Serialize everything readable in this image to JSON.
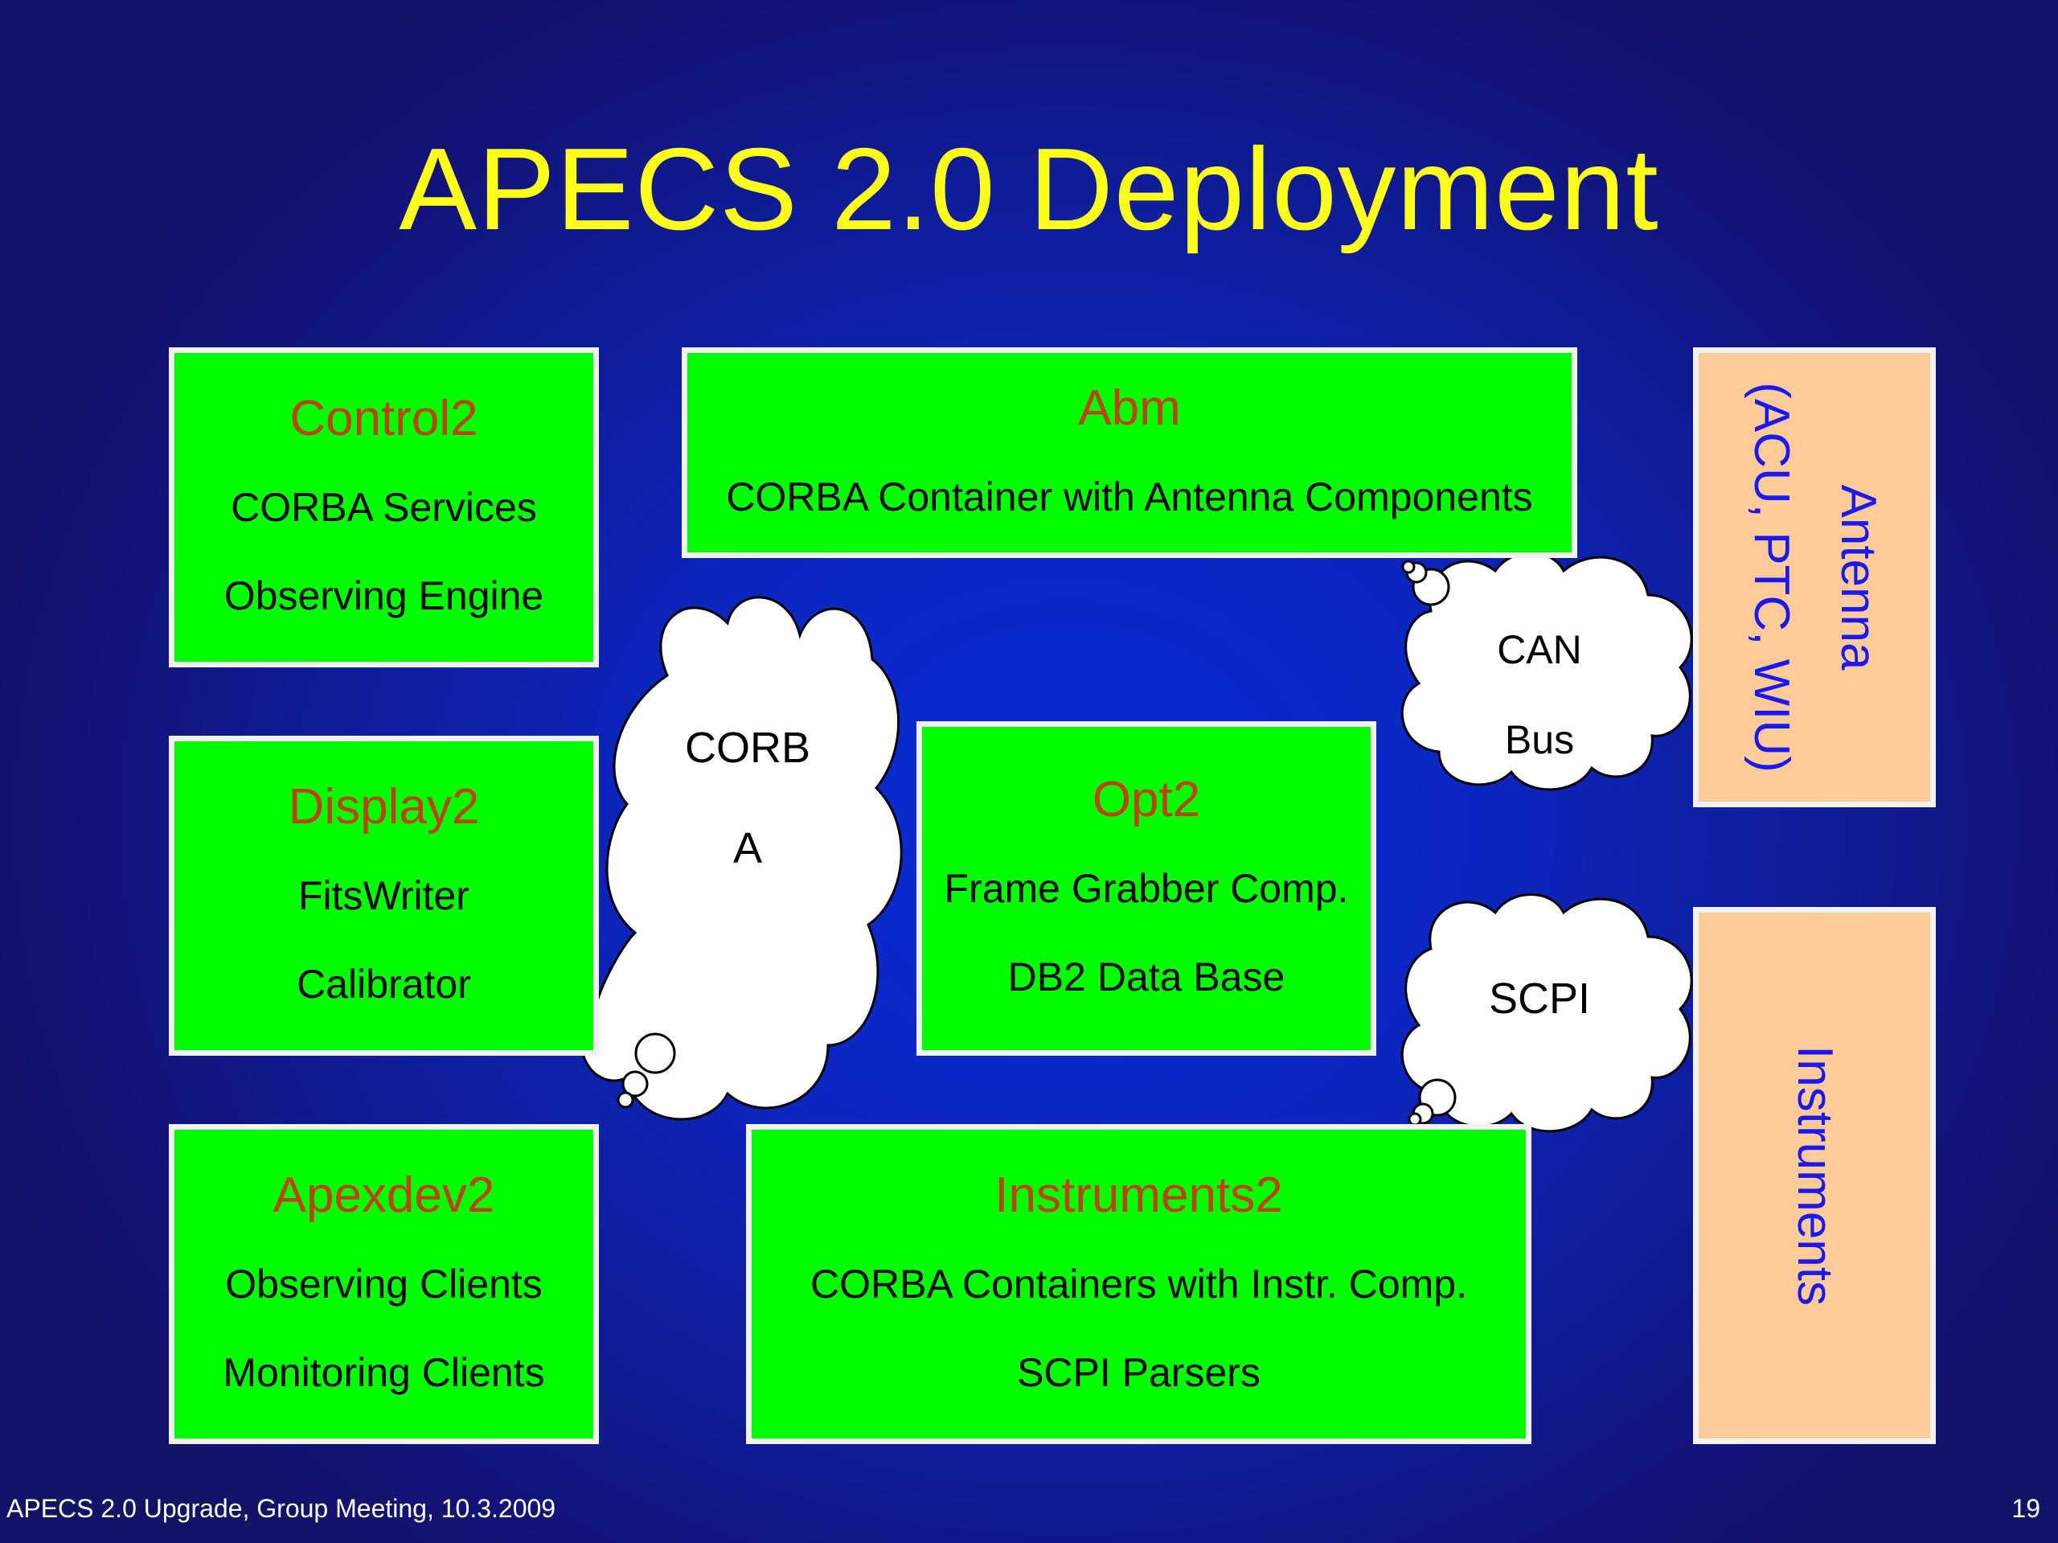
{
  "slide": {
    "title": "APECS 2.0 Deployment",
    "footer": "APECS 2.0 Upgrade, Group Meeting, 10.3.2009",
    "page_number": "19"
  },
  "boxes": {
    "control2": {
      "name": "Control2",
      "lines": [
        "CORBA Services",
        "Observing Engine"
      ]
    },
    "abm": {
      "name": "Abm",
      "lines": [
        "CORBA Container with Antenna Components"
      ]
    },
    "display2": {
      "name": "Display2",
      "lines": [
        "FitsWriter",
        "Calibrator"
      ]
    },
    "opt2": {
      "name": "Opt2",
      "lines": [
        "Frame Grabber Comp.",
        "DB2 Data Base"
      ]
    },
    "apexdev2": {
      "name": "Apexdev2",
      "lines": [
        "Observing Clients",
        "Monitoring Clients"
      ]
    },
    "instruments2": {
      "name": "Instruments2",
      "lines": [
        "CORBA Containers with Instr. Comp.",
        "SCPI Parsers"
      ]
    }
  },
  "side_boxes": {
    "antenna": {
      "lines": [
        "Antenna",
        "(ACU, PTC, WIU)"
      ]
    },
    "instruments": {
      "lines": [
        "Instruments"
      ]
    }
  },
  "clouds": {
    "corba": {
      "lines": [
        "CORB",
        "A"
      ]
    },
    "can_bus": {
      "lines": [
        "CAN",
        "Bus"
      ]
    },
    "scpi": {
      "lines": [
        "SCPI"
      ]
    }
  },
  "colors": {
    "title": "#ffff1a",
    "box_fill": "#00ff00",
    "box_name": "#c0401a",
    "side_fill": "#ffcc99",
    "side_text": "#1a1aee"
  }
}
